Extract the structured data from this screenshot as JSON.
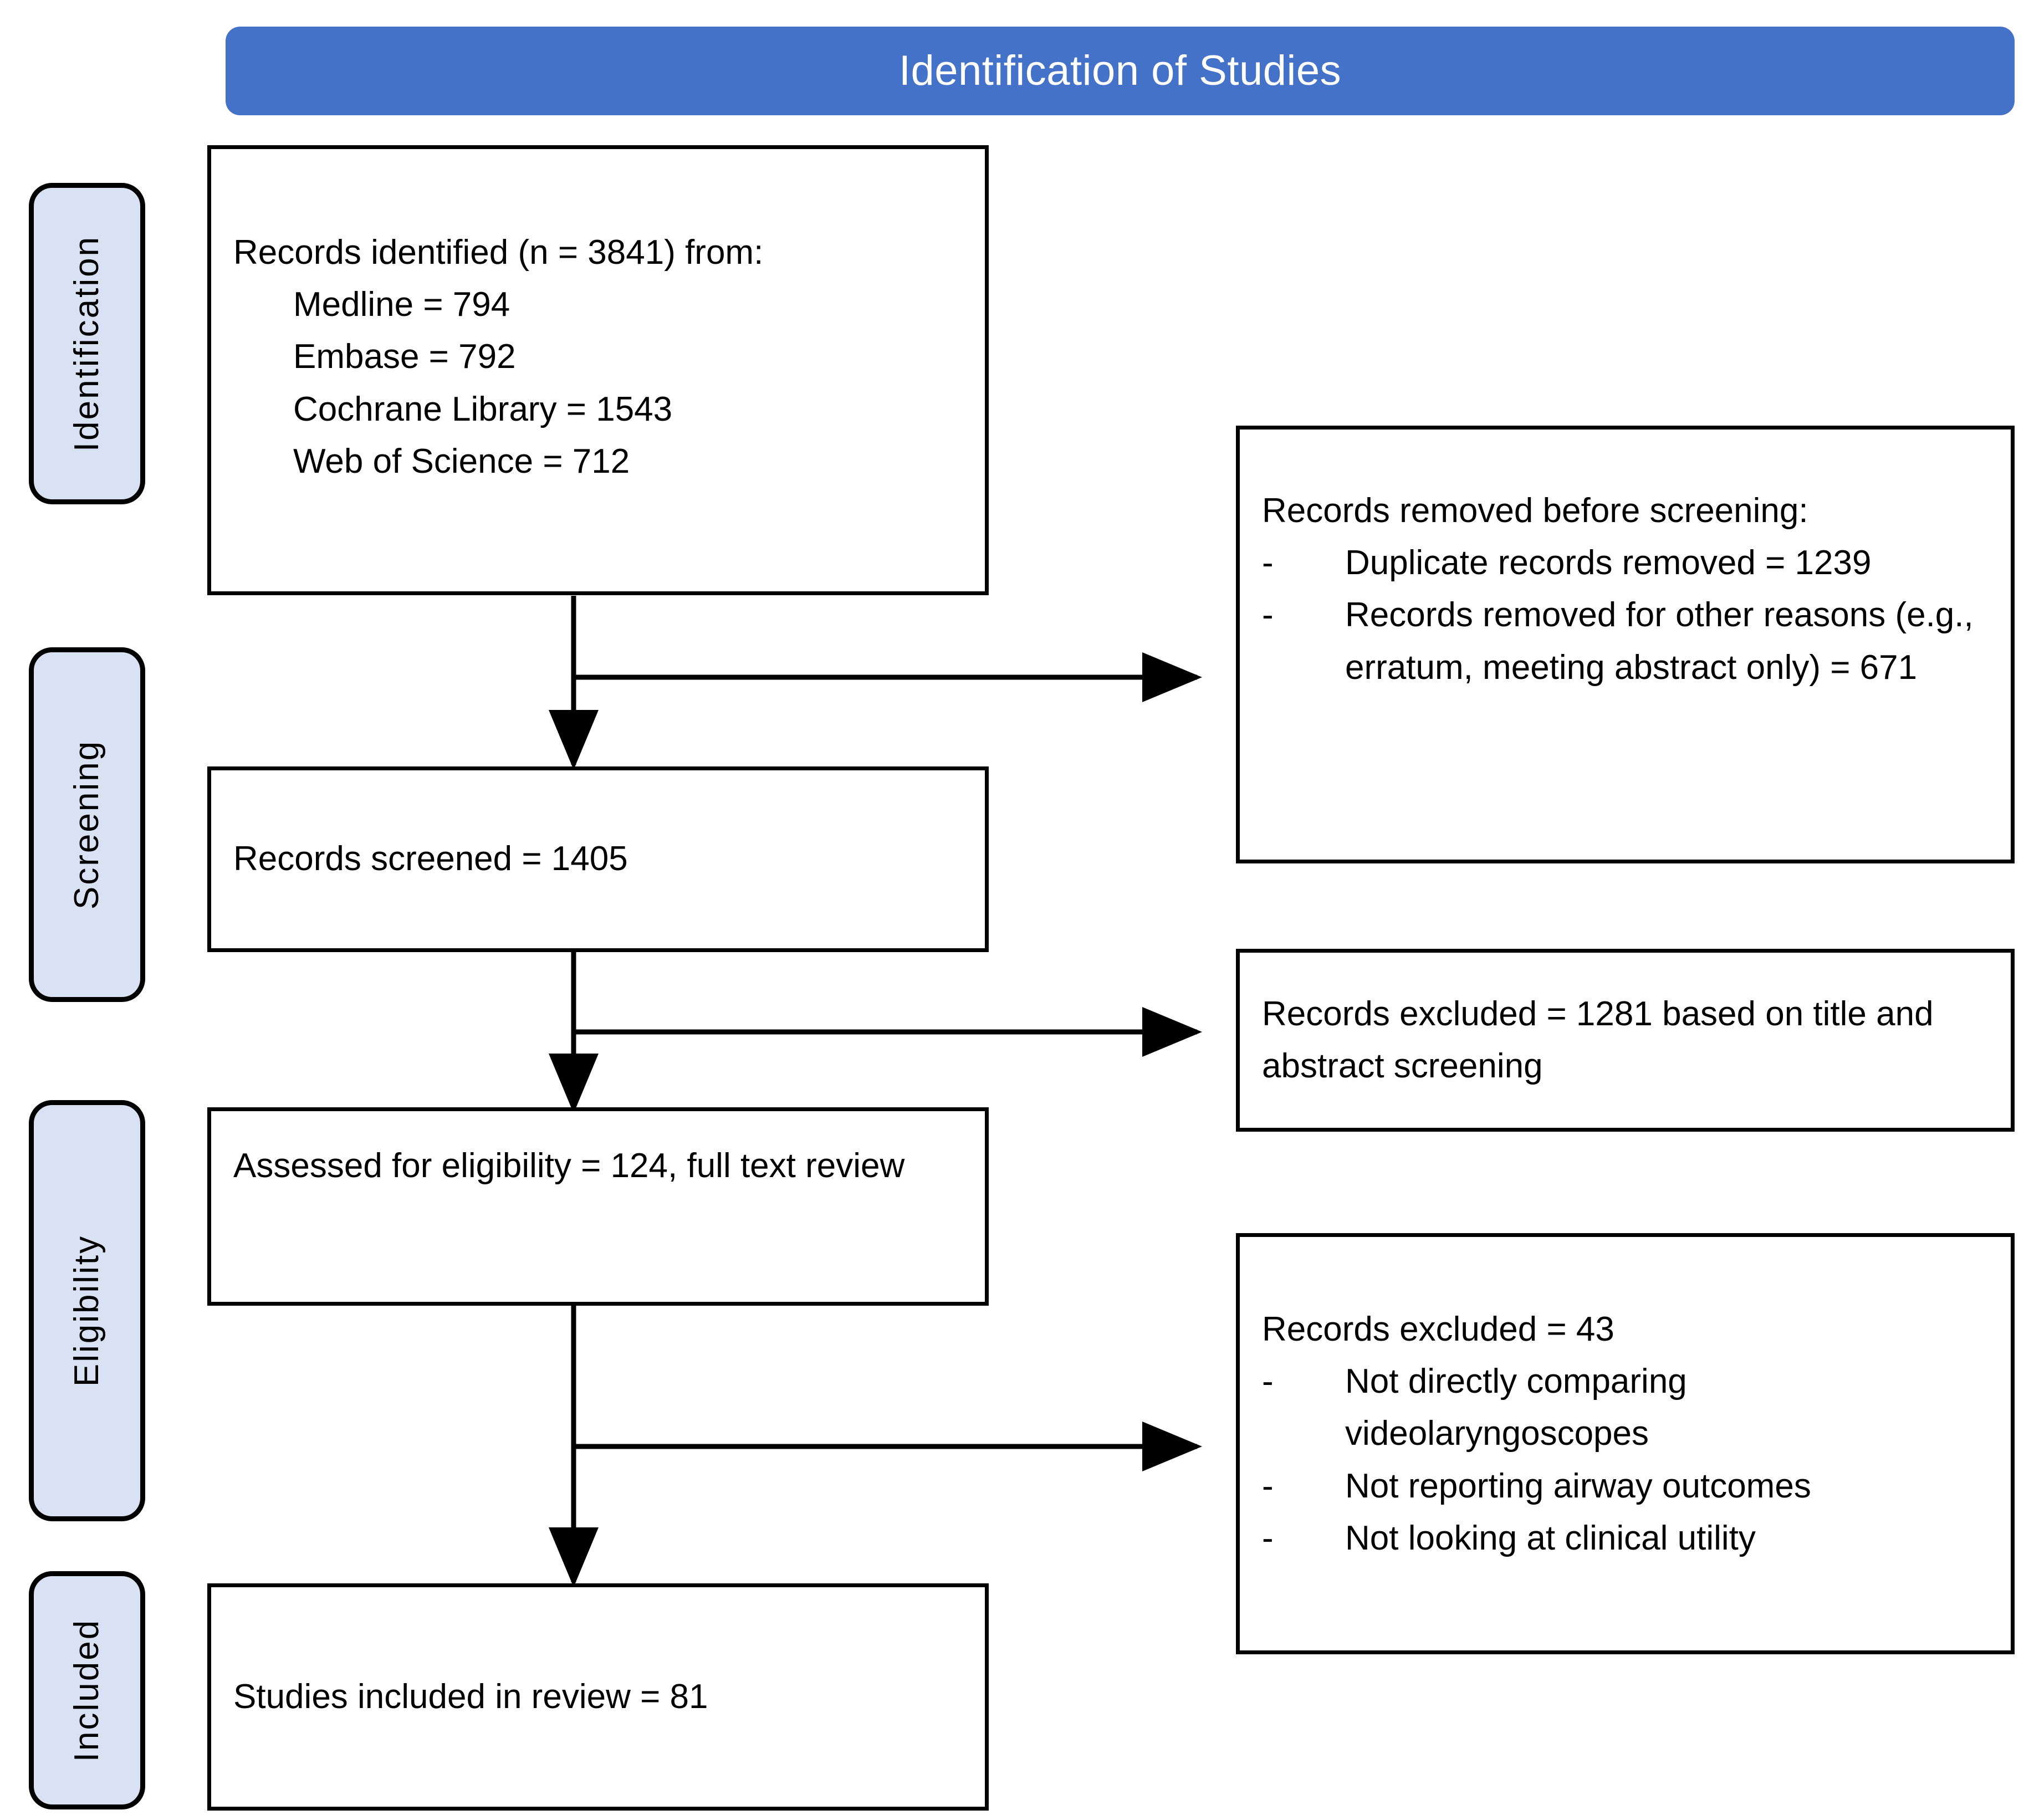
{
  "header": {
    "title": "Identification of Studies",
    "background_color": "#4472c8",
    "text_color": "#ffffff"
  },
  "stages": [
    {
      "label": "Identification"
    },
    {
      "label": "Screening"
    },
    {
      "label": "Eligibility"
    },
    {
      "label": "Included"
    }
  ],
  "stage_pill_style": {
    "fill_color": "#d9e2f3",
    "border_color": "#000000"
  },
  "flow": {
    "identified": {
      "heading": "Records identified (n = 3841) from:",
      "sources": [
        "Medline = 794",
        "Embase = 792",
        "Cochrane Library = 1543",
        "Web of Science = 712"
      ]
    },
    "screened": {
      "text": "Records screened = 1405"
    },
    "eligibility": {
      "text": "Assessed for eligibility = 124, full text review"
    },
    "included": {
      "text": "Studies included in review = 81"
    }
  },
  "exclusions": {
    "removed_before_screening": {
      "heading": "Records removed before screening:",
      "bullet_marker": "-",
      "items": [
        "Duplicate records removed = 1239",
        "Records removed for other reasons (e.g., erratum, meeting abstract only) = 671"
      ]
    },
    "excluded_title_abstract": {
      "text": "Records excluded = 1281 based on title and abstract screening"
    },
    "excluded_full_text": {
      "heading": "Records excluded = 43",
      "bullet_marker": "-",
      "items": [
        "Not directly comparing videolaryngoscopes",
        "Not reporting airway outcomes",
        "Not looking at clinical utility"
      ]
    }
  }
}
